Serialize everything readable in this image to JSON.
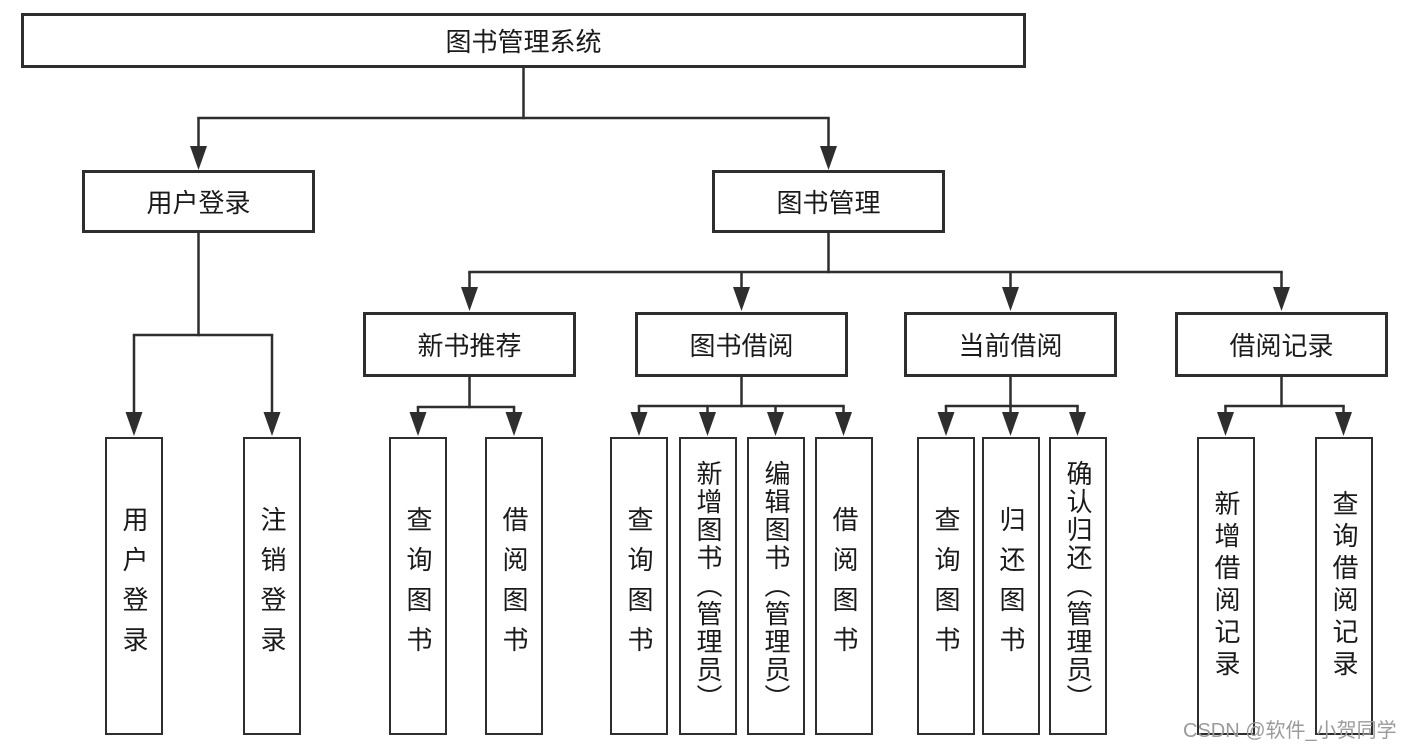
{
  "diagram": {
    "root": {
      "label": "图书管理系统"
    },
    "level1": [
      {
        "id": "user-login",
        "label": "用户登录"
      },
      {
        "id": "book-management",
        "label": "图书管理"
      }
    ],
    "level2": [
      {
        "id": "new-book-recommend",
        "label": "新书推荐"
      },
      {
        "id": "book-borrowing",
        "label": "图书借阅"
      },
      {
        "id": "current-borrowing",
        "label": "当前借阅"
      },
      {
        "id": "borrowing-records",
        "label": "借阅记录"
      }
    ],
    "leaves": [
      {
        "parent": "用户登录",
        "label": "用户登录"
      },
      {
        "parent": "用户登录",
        "label": "注销登录"
      },
      {
        "parent": "新书推荐",
        "label": "查询图书"
      },
      {
        "parent": "新书推荐",
        "label": "借阅图书"
      },
      {
        "parent": "图书借阅",
        "label": "查询图书"
      },
      {
        "parent": "图书借阅",
        "label": "新增图书（管理员）"
      },
      {
        "parent": "图书借阅",
        "label": "编辑图书（管理员）"
      },
      {
        "parent": "图书借阅",
        "label": "借阅图书"
      },
      {
        "parent": "当前借阅",
        "label": "查询图书"
      },
      {
        "parent": "当前借阅",
        "label": "归还图书"
      },
      {
        "parent": "当前借阅",
        "label": "确认归还（管理员）"
      },
      {
        "parent": "借阅记录",
        "label": "新增借阅记录"
      },
      {
        "parent": "借阅记录",
        "label": "查询借阅记录"
      }
    ],
    "colors": {
      "line": "#2e2e2e",
      "text": "#1a1a1a",
      "box_background": "#ffffff",
      "watermark": "#9b9b9b"
    }
  },
  "watermark": {
    "text": "CSDN @软件_小贺同学"
  }
}
